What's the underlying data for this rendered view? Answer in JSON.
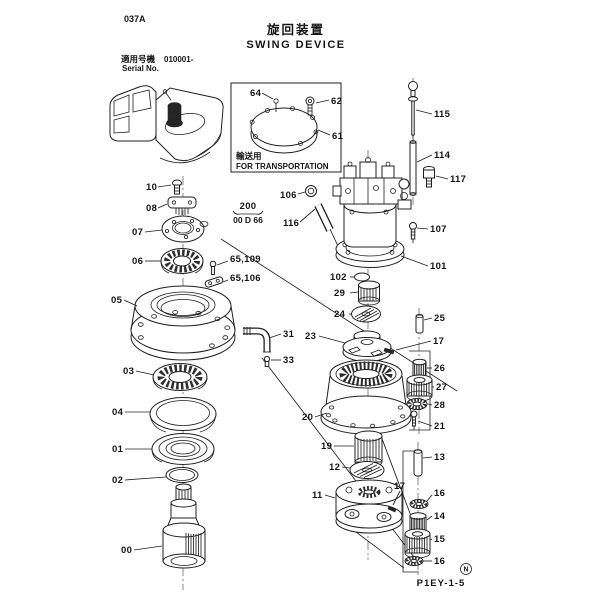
{
  "header": {
    "page_code": "037A",
    "title_ja": "旋回装置",
    "title_en": "SWING DEVICE"
  },
  "serial": {
    "label_ja": "適用号機",
    "value": "010001-",
    "label_en": "Serial No."
  },
  "transport": {
    "note_ja": "輸送用",
    "note_en": "FOR TRANSPORTATION",
    "callout_64": "64",
    "callout_62": "62",
    "callout_61": "61"
  },
  "group_note": {
    "group": "200",
    "code": "00 D 66"
  },
  "callouts": {
    "p10": "10",
    "p08": "08",
    "p07": "07",
    "p06": "06",
    "p65_109": "65,109",
    "p65_106": "65,106",
    "p05": "05",
    "p31": "31",
    "p33": "33",
    "p03": "03",
    "p04": "04",
    "p01": "01",
    "p02": "02",
    "p00": "00",
    "p106": "106",
    "p116": "116",
    "p115": "115",
    "p114": "114",
    "p117": "117",
    "p107": "107",
    "p101": "101",
    "p102": "102",
    "p29": "29",
    "p24": "24",
    "p23": "23",
    "p25": "25",
    "p17a": "17",
    "p26": "26",
    "p27": "27",
    "p28": "28",
    "p20": "20",
    "p21": "21",
    "p19": "19",
    "p12": "12",
    "p13": "13",
    "p11": "11",
    "p17b": "17",
    "p16a": "16",
    "p14": "14",
    "p15": "15",
    "p16b": "16"
  },
  "footer": {
    "drawing_code": "P1EY-1-5",
    "stamp": "N"
  }
}
